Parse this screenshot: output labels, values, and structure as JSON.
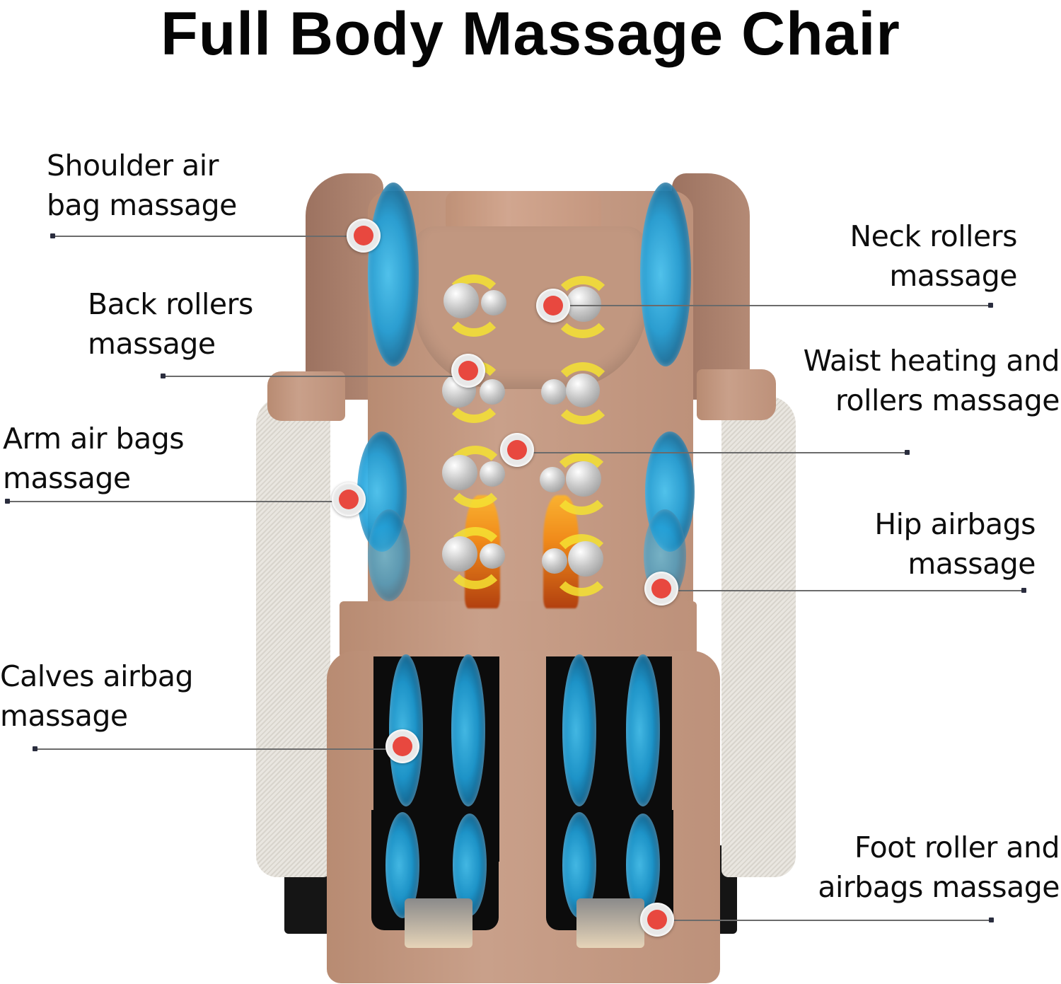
{
  "title": "Full Body Massage Chair",
  "features": [
    {
      "id": "shoulder",
      "lines": [
        "Shoulder air",
        "bag massage"
      ],
      "side": "left"
    },
    {
      "id": "back",
      "lines": [
        "Back rollers",
        "massage"
      ],
      "side": "left"
    },
    {
      "id": "arm",
      "lines": [
        "Arm air bags",
        "massage"
      ],
      "side": "left"
    },
    {
      "id": "calves",
      "lines": [
        "Calves airbag",
        "massage"
      ],
      "side": "left"
    },
    {
      "id": "neck",
      "lines": [
        "Neck rollers",
        "massage"
      ],
      "side": "right"
    },
    {
      "id": "waist",
      "lines": [
        "Waist heating and",
        "rollers massage"
      ],
      "side": "right"
    },
    {
      "id": "hip",
      "lines": [
        "Hip airbags",
        "massage"
      ],
      "side": "right"
    },
    {
      "id": "foot",
      "lines": [
        "Foot roller and",
        "airbags massage"
      ],
      "side": "right"
    }
  ],
  "colors": {
    "marker": "#e8483f",
    "airbag": "#1f9fd8",
    "upholstery": "#c9a08a",
    "side_panel": "#e9e6e0",
    "heat": "#f08a1a",
    "roller_swirl": "#f5e232",
    "leader_line": "#6b6b6b"
  }
}
